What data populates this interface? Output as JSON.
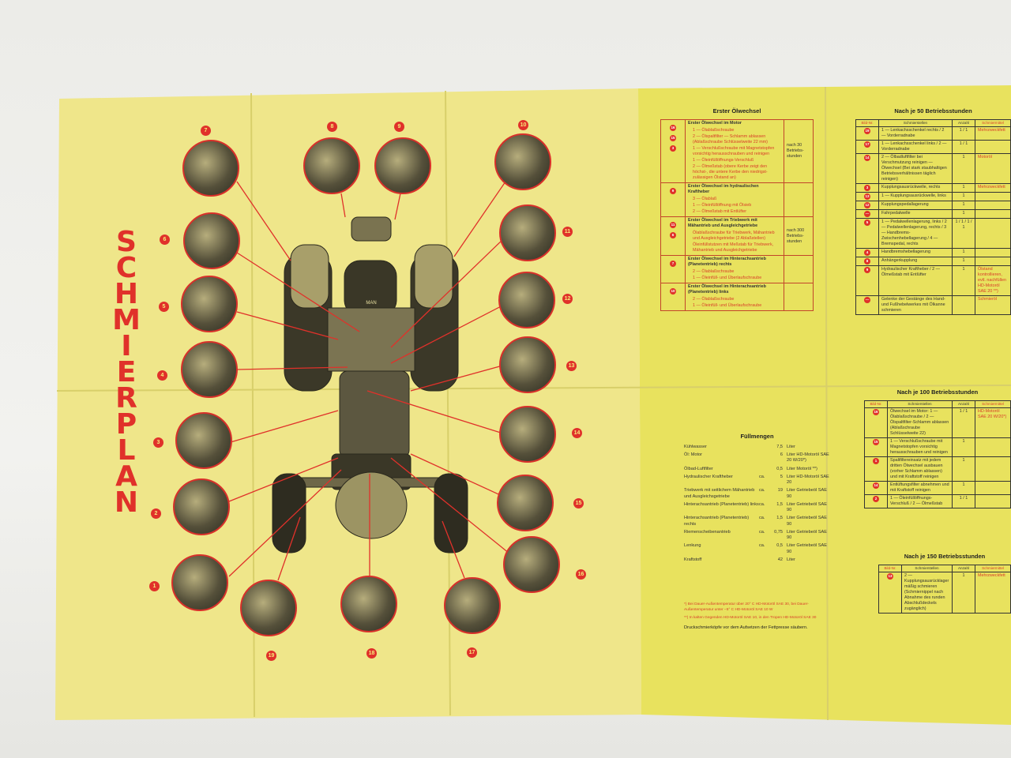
{
  "colors": {
    "accent_red": "#e0312a",
    "paper_yellow": "#e9e260",
    "paper_pale": "#efe78c"
  },
  "schmierplan": {
    "title_letters": [
      "S",
      "C",
      "H",
      "M",
      "I",
      "E",
      "R",
      "P",
      "L",
      "A",
      "N"
    ]
  },
  "callouts": [
    "1",
    "2",
    "3",
    "4",
    "5",
    "6",
    "7",
    "8",
    "9",
    "10",
    "11",
    "12",
    "13",
    "14",
    "15",
    "16",
    "17",
    "18",
    "19"
  ],
  "tractor_badge": "MAN",
  "erster": {
    "title": "Erster Ölwechsel",
    "sections": [
      {
        "refs": [
          "16",
          "15",
          "3"
        ],
        "header": "Erster Ölwechsel im Motor",
        "items": [
          "1 — Ölablaßschraube",
          "2 — Ölspaltfilter — Schlamm ablassen (Ablaßschraube Schlüsselweite 22 mm)",
          "1 — Verschlußschraube mit Magnetstopfen vorsichtig herausschrauben und reinigen",
          "1 — Öleinfüllöffnungs-Verschluß",
          "2 — Ölmeßstab (obere Kerbe zeigt den höchst-, die untere Kerbe den niedrigst-zulässigen Ölstand an)"
        ],
        "note": "nach 30 Betriebs-stunden"
      },
      {
        "refs": [
          "9"
        ],
        "header": "Erster Ölwechsel im hydraulischen Kraftheber",
        "items": [
          "3 — Ölablaß",
          "1 — Öleinfüllöffnung mit Ölsieb",
          "2 — Ölmeßstab mit Entlüfter"
        ],
        "note": ""
      },
      {
        "refs": [
          "11",
          "6"
        ],
        "header": "Erster Ölwechsel im Triebwerk mit Mähantrieb und Ausgleichgetriebe",
        "items": [
          "Ölablaßschraube für Triebwerk, Mähantrieb und Ausgleichgetriebe (2 Ablaßstellen)",
          "Öleinfüllstutzen mit Meßstab für Triebwerk, Mähantrieb und Ausgleichgetriebe"
        ],
        "note": "nach 300 Betriebs-stunden"
      },
      {
        "refs": [
          "7"
        ],
        "header": "Erster Ölwechsel im Hinterachsantrieb (Planetentrieb) rechts",
        "items": [
          "2 — Ölablaßschraube",
          "1 — Öleinfüll- und Überlaufschraube"
        ],
        "note": ""
      },
      {
        "refs": [
          "10"
        ],
        "header": "Erster Ölwechsel im Hinterachsantrieb (Planetentrieb) links",
        "items": [
          "2 — Ölablaßschraube",
          "1 — Öleinfüll- und Überlaufschraube"
        ],
        "note": ""
      }
    ]
  },
  "fuellmengen": {
    "title": "Füllmengen",
    "rows": [
      {
        "label": "Kühlwasser",
        "ca": "",
        "qty": "7,5",
        "unit": "Liter"
      },
      {
        "label": "Öl: Motor",
        "ca": "",
        "qty": "6",
        "unit": "Liter HD-Motoröl SAE 20 W/20*)"
      },
      {
        "label": "Ölbad-Luftfilter",
        "ca": "",
        "qty": "0,5",
        "unit": "Liter Motoröl **)"
      },
      {
        "label": "Hydraulischer Kraftheber",
        "ca": "ca.",
        "qty": "5",
        "unit": "Liter HD-Motoröl SAE 20"
      },
      {
        "label": "Triebwerk mit seitlichem Mähantrieb und Ausgleichsgetriebe",
        "ca": "ca.",
        "qty": "19",
        "unit": "Liter Getriebeöl SAE 90"
      },
      {
        "label": "Hinterachsantrieb (Planetentrieb) links",
        "ca": "ca.",
        "qty": "1,5",
        "unit": "Liter Getriebeöl SAE 90"
      },
      {
        "label": "Hinterachsantrieb (Planetentrieb) rechts",
        "ca": "ca.",
        "qty": "1,5",
        "unit": "Liter Getriebeöl SAE 90"
      },
      {
        "label": "Riemenscheibenantrieb",
        "ca": "ca.",
        "qty": "0,75",
        "unit": "Liter Getriebeöl SAE 90"
      },
      {
        "label": "Lenkung",
        "ca": "ca.",
        "qty": "0,5",
        "unit": "Liter Getriebeöl SAE 90"
      },
      {
        "label": "Kraftstoff",
        "ca": "",
        "qty": "42",
        "unit": "Liter"
      }
    ],
    "footnote1": "*) Bei Dauer-Außentemperatur über 20° C HD-Motoröl SAE 30, bei Dauer-Außentemperatur unter −5° C HD-Motoröl SAE 10 W",
    "footnote2": "**) In kalten Gegenden HD-Motoröl SAE 10, in den Tropen HD-Motoröl SAE 30",
    "closing": "Druckschmierköpfe vor dem Aufsetzen der Fettpresse säubern."
  },
  "h50": {
    "title": "Nach je 50 Betriebsstunden",
    "headers": [
      "Bild-Nr.",
      "Schmierstellen",
      "Anzahl",
      "Schmiermittel"
    ],
    "rows": [
      [
        "19",
        "1 — Lenkachsschenkel rechts / 2 — Vorderradnabe",
        "1 / 1",
        "Mehrzweckfett"
      ],
      [
        "17",
        "1 — Lenkachsschenkel links / 2 — Vorderradnabe",
        "1 / 1",
        ""
      ],
      [
        "14",
        "2 — Ölbadluftfilter bei Verschmutzung reinigen — Ölwechsel (Bei stark staubhaltigen Betriebsverhältnissen täglich reinigen)",
        "1",
        "Motoröl"
      ],
      [
        "3",
        "Kupplungsausrückwelle, rechts",
        "1",
        "Mehrzweckfett"
      ],
      [
        "13",
        "1 — Kupplungsausrückwelle, links",
        "1",
        ""
      ],
      [
        "12",
        "Kupplungspedallagerung",
        "1",
        ""
      ],
      [
        "—",
        "Fahrpedalwelle",
        "1",
        ""
      ],
      [
        "5",
        "1 — Pedalwellenlagerung, links / 2 — Pedalwellenlagerung, rechts / 3 — Handbrems-Zwischenhebellagerung / 4 — Bremspedal, rechts",
        "1 / 1 / 1 / 1",
        ""
      ],
      [
        "4",
        "Handbremshebellagerung",
        "1",
        ""
      ],
      [
        "8",
        "Anhängerkupplung",
        "1",
        ""
      ],
      [
        "9",
        "Hydraulischer Kraftheber / 2 — Ölmeßstab mit Entlüfter",
        "1",
        "Ölstand kontrollieren, evtl. nachfüllen HD-Motoröl SAE 20 **)"
      ],
      [
        "—",
        "Gelenke der Gestänge des Hand- und Fußhebelwerkes mit Ölkanne schmieren",
        "",
        "Schmieröl"
      ]
    ]
  },
  "h100": {
    "title": "Nach je 100 Betriebsstunden",
    "headers": [
      "Bild-Nr.",
      "Schmierstellen",
      "Anzahl",
      "Schmiermittel"
    ],
    "rows": [
      [
        "16",
        "Ölwechsel im Motor: 1 — Ölablaßschraube / 2 — Ölspaltfilter-Schlamm ablassen (Ablaßschraube Schlüsselweite 22)",
        "1 / 1",
        "HD-Motoröl SAE 20 W/20*)"
      ],
      [
        "15",
        "1 — Verschlußschraube mit Magnetstopfen vorsichtig herausschrauben und reinigen",
        "1",
        ""
      ],
      [
        "1",
        "Spaltfiltereinsatz mit jedem dritten Ölwechsel ausbauen (vorher Schlamm ablassen) und mit Kraftstoff reinigen",
        "1",
        ""
      ],
      [
        "14",
        "Entlüftungsfilter abnehmen und mit Kraftstoff reinigen",
        "1",
        ""
      ],
      [
        "2",
        "1 — Öleinfüllöffnungs-Verschluß / 2 — Ölmeßstab",
        "1 / 1",
        ""
      ]
    ]
  },
  "h150": {
    "title": "Nach je 150 Betriebsstunden",
    "headers": [
      "Bild-Nr.",
      "Schmierstellen",
      "Anzahl",
      "Schmiermittel"
    ],
    "rows": [
      [
        "13",
        "2 — Kupplungsausrücklager mäßig schmieren (Schmiernippel nach Abnahme des runden Abschlußdeckels zugänglich)",
        "1",
        "Mehrzweckfett"
      ]
    ]
  }
}
